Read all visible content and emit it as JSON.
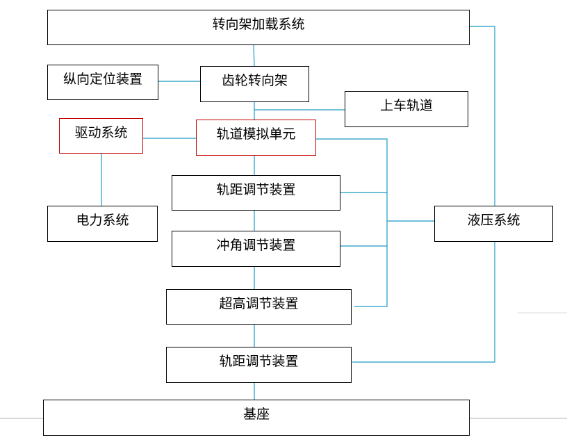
{
  "colors": {
    "box_border": "#000000",
    "highlight_border": "#c00000",
    "connector": "#1a9bc4",
    "page_edge_line": "#b0b0b0"
  },
  "diagram": {
    "bogie_loading_system": "转向架加载系统",
    "rack_bogie": "齿轮转向架",
    "longitudinal_positioning": "纵向定位装置",
    "upper_track": "上车轨道",
    "drive_system": "驱动系统",
    "track_simulation_unit": "轨道模拟单元",
    "power_system": "电力系统",
    "gauge_adjust_1": "轨距调节装置",
    "hydraulic_system": "液压系统",
    "angle_adjust": "冲角调节装置",
    "superelevation_adjust": "超高调节装置",
    "gauge_adjust_2": "轨距调节装置",
    "base": "基座"
  }
}
